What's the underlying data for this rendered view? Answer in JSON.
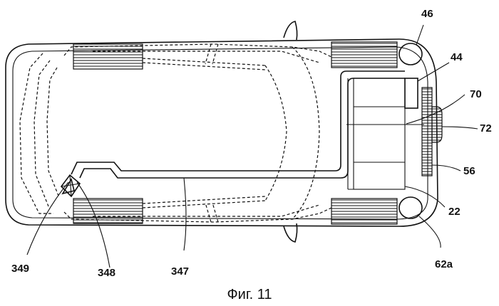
{
  "figure": {
    "caption": "Фиг. 11",
    "labels": {
      "l46": "46",
      "l44": "44",
      "l70": "70",
      "l72": "72",
      "l56": "56",
      "l22": "22",
      "l62a": "62a",
      "l347": "347",
      "l348": "348",
      "l349": "349"
    }
  }
}
